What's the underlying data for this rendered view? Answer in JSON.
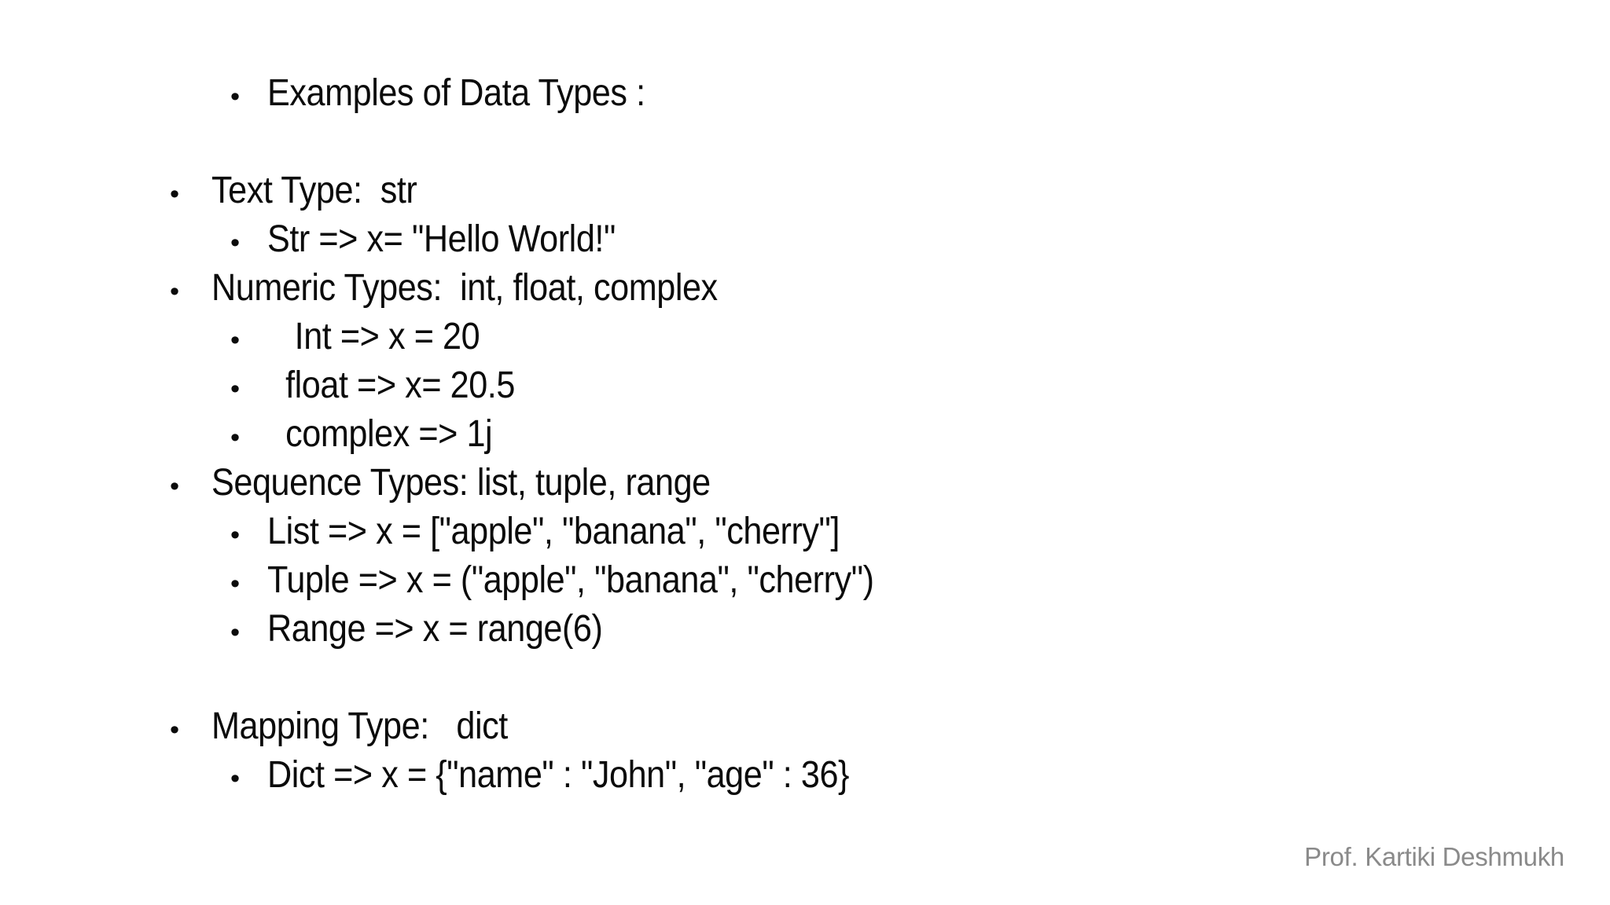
{
  "slide": {
    "background_color": "#ffffff",
    "text_color": "#0b0b0b",
    "bullet_char": "•",
    "lines": [
      {
        "level": 2,
        "text": "Examples of Data Types :"
      },
      {
        "blank": true
      },
      {
        "level": 1,
        "text": "Text Type:  str"
      },
      {
        "level": 2,
        "text": "Str => x= \"Hello World!\""
      },
      {
        "level": 1,
        "text": "Numeric Types:  int, float, complex"
      },
      {
        "level": 2,
        "text": "   Int => x = 20"
      },
      {
        "level": 2,
        "text": "  float => x= 20.5"
      },
      {
        "level": 2,
        "text": "  complex => 1j"
      },
      {
        "level": 1,
        "text": "Sequence Types: list, tuple, range"
      },
      {
        "level": 2,
        "text": "List => x = [\"apple\", \"banana\", \"cherry\"]"
      },
      {
        "level": 2,
        "text": "Tuple => x = (\"apple\", \"banana\", \"cherry\")"
      },
      {
        "level": 2,
        "text": "Range => x = range(6)"
      },
      {
        "blank": true
      },
      {
        "level": 1,
        "text": "Mapping Type:   dict"
      },
      {
        "level": 2,
        "text": "Dict => x = {\"name\" : \"John\", \"age\" : 36}"
      }
    ],
    "footer": {
      "text": "Prof. Kartiki Deshmukh",
      "color": "#8a8a8a"
    }
  }
}
